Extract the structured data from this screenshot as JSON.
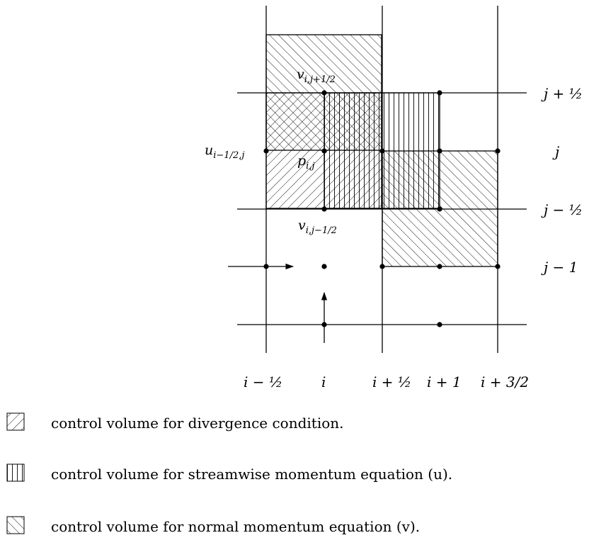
{
  "diagram": {
    "labels": {
      "v_top": "v",
      "v_top_sub": "i,j+1/2",
      "u_left": "u",
      "u_left_sub": "i−1/2,j",
      "p_center": "p",
      "p_center_sub": "i,j",
      "v_bottom": "v",
      "v_bottom_sub": "i,j−1/2"
    },
    "row_labels": {
      "j_plus_half": "j + ½",
      "j": "j",
      "j_minus_half": "j − ½",
      "j_minus_1": "j − 1"
    },
    "col_labels": {
      "i_minus_half": "i − ½",
      "i": "i",
      "i_plus_half": "i + ½",
      "i_plus_1": "i + 1",
      "i_plus_3half": "i + 3/2"
    }
  },
  "legend": {
    "items": [
      {
        "pattern": "diagonal-forward",
        "text": "control volume for divergence condition."
      },
      {
        "pattern": "vertical-lines",
        "text": "control volume for streamwise momentum equation (u)."
      },
      {
        "pattern": "diagonal-back",
        "text": "control volume for normal momentum equation (v)."
      }
    ]
  }
}
